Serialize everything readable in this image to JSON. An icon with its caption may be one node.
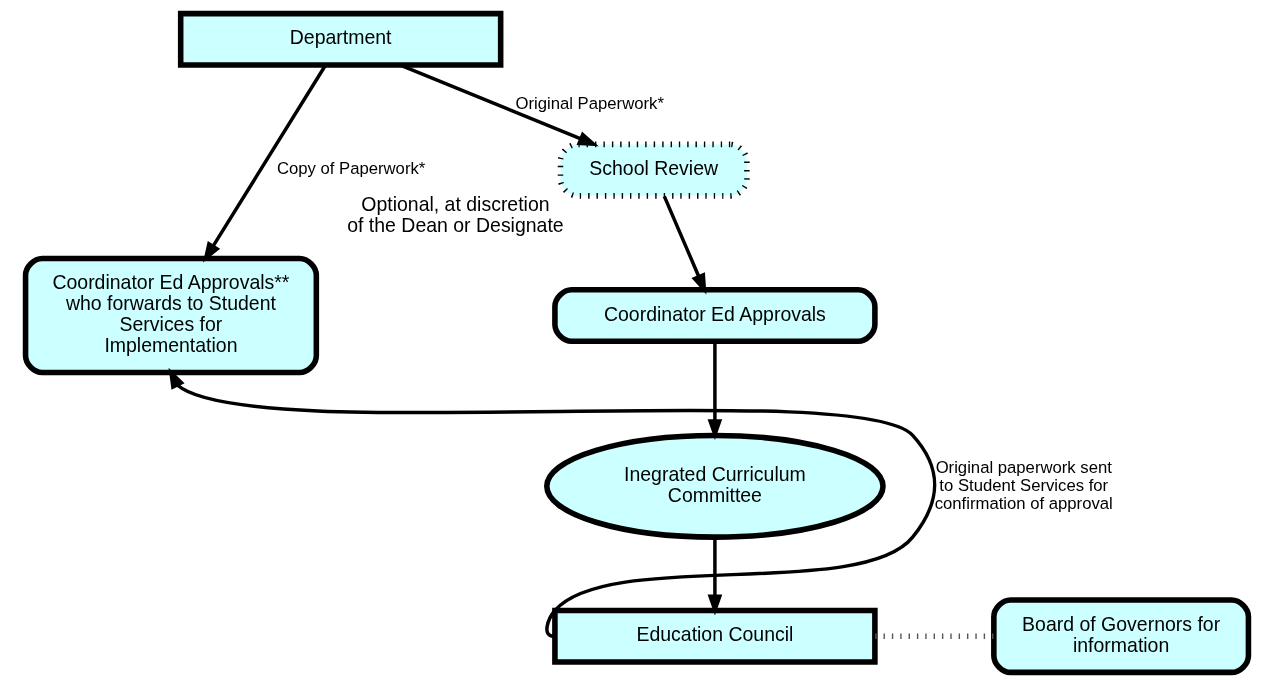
{
  "diagram": {
    "nodes": [
      {
        "text": [
          "Department"
        ]
      },
      {
        "text": [
          "School Review"
        ],
        "beside": [
          "Optional, at discretion of the Dean or Designate"
        ]
      },
      {
        "text": [
          "Coordinator Ed Approvals** who forwards to Student Services for Implementation"
        ]
      },
      {
        "text": [
          "Coordinator Ed Approvals"
        ]
      },
      {
        "text": [
          "Inegrated Curriculum Committee"
        ]
      },
      {
        "text": [
          "Education Council"
        ]
      },
      {
        "text": [
          "Board of Governors for information"
        ]
      }
    ],
    "edges": [
      {
        "from": 0,
        "to": 2,
        "arrow": "to",
        "label": "Copy of Paperwork*"
      },
      {
        "from": 0,
        "to": 1,
        "arrow": "to",
        "label": "Original Paperwork*"
      },
      {
        "from": 1,
        "to": 3,
        "arrow": "to"
      },
      {
        "from": 3,
        "to": 4,
        "arrow": "to"
      },
      {
        "from": 4,
        "to": 5,
        "arrow": "to"
      },
      {
        "from": 5,
        "to": 2,
        "arrow": "to",
        "label": "Original paperwork sent to Student Services for confirmation of approval"
      },
      {
        "from": 5,
        "to": 6,
        "arrow": "none",
        "style": "dashed",
        "color": "#555555"
      }
    ]
  }
}
